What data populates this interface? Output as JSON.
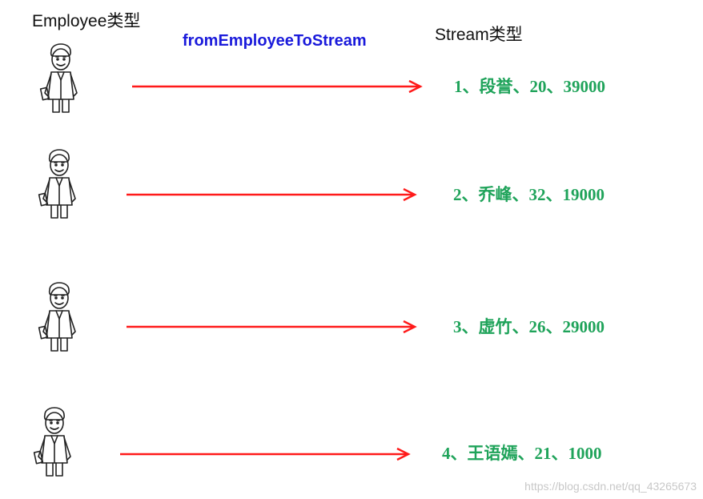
{
  "header": {
    "left_title": "Employee类型",
    "mapping_label": "fromEmployeeToStream",
    "right_title": "Stream类型"
  },
  "records": [
    {
      "text": "1、段誉、20、39000",
      "icon": "employee-cartoon-icon"
    },
    {
      "text": "2、乔峰、32、19000",
      "icon": "employee-cartoon-icon"
    },
    {
      "text": "3、虚竹、26、29000",
      "icon": "employee-cartoon-icon"
    },
    {
      "text": "4、王语嫣、21、1000",
      "icon": "employee-cartoon-icon"
    }
  ],
  "watermark": "https://blog.csdn.net/qq_43265673",
  "colors": {
    "arrow": "#ff1a1a",
    "record_text": "#1fa35a",
    "mapping_label": "#1a1adb"
  }
}
